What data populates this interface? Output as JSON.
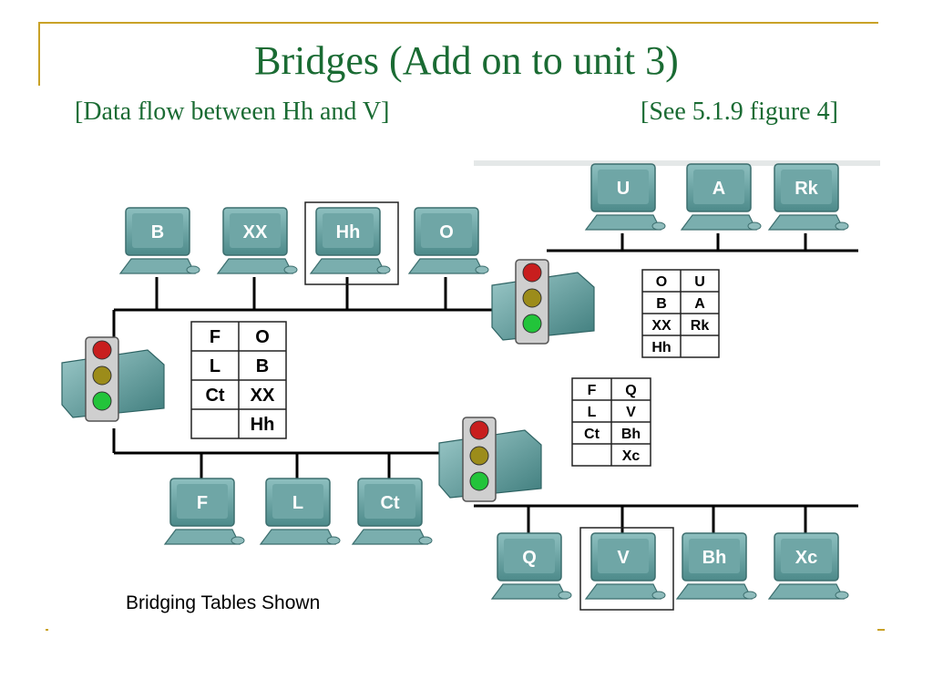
{
  "slide": {
    "title": "Bridges (Add on to unit 3)",
    "subtitle_left": "[Data flow between Hh and V]",
    "subtitle_right": "[See 5.1.9 figure 4]",
    "caption": "Bridging Tables Shown"
  },
  "colors": {
    "title_green": "#1a6b33",
    "frame_gold": "#c9a227",
    "computer_teal": "#5f9b9b",
    "light_red": "#c81e1e",
    "light_yellow": "#9c8c1a",
    "light_green": "#22c43a"
  },
  "segments": {
    "top_left": [
      "B",
      "XX",
      "Hh",
      "O"
    ],
    "top_right": [
      "U",
      "A",
      "Rk"
    ],
    "bottom_left": [
      "F",
      "L",
      "Ct"
    ],
    "bottom_right": [
      "Q",
      "V",
      "Bh",
      "Xc"
    ]
  },
  "highlighted_computers": [
    "Hh",
    "V"
  ],
  "bridges": [
    {
      "name": "bridge-left",
      "icon": "traffic-light-icon"
    },
    {
      "name": "bridge-top",
      "icon": "traffic-light-icon"
    },
    {
      "name": "bridge-bottom",
      "icon": "traffic-light-icon"
    }
  ],
  "tables": [
    {
      "name": "left-bridge-table",
      "rows": [
        [
          "F",
          "O"
        ],
        [
          "L",
          "B"
        ],
        [
          "Ct",
          "XX"
        ],
        [
          "",
          "Hh"
        ]
      ]
    },
    {
      "name": "top-bridge-table",
      "rows": [
        [
          "O",
          "U"
        ],
        [
          "B",
          "A"
        ],
        [
          "XX",
          "Rk"
        ],
        [
          "Hh",
          ""
        ]
      ]
    },
    {
      "name": "bottom-bridge-table",
      "rows": [
        [
          "F",
          "Q"
        ],
        [
          "L",
          "V"
        ],
        [
          "Ct",
          "Bh"
        ],
        [
          "",
          "Xc"
        ]
      ]
    }
  ]
}
